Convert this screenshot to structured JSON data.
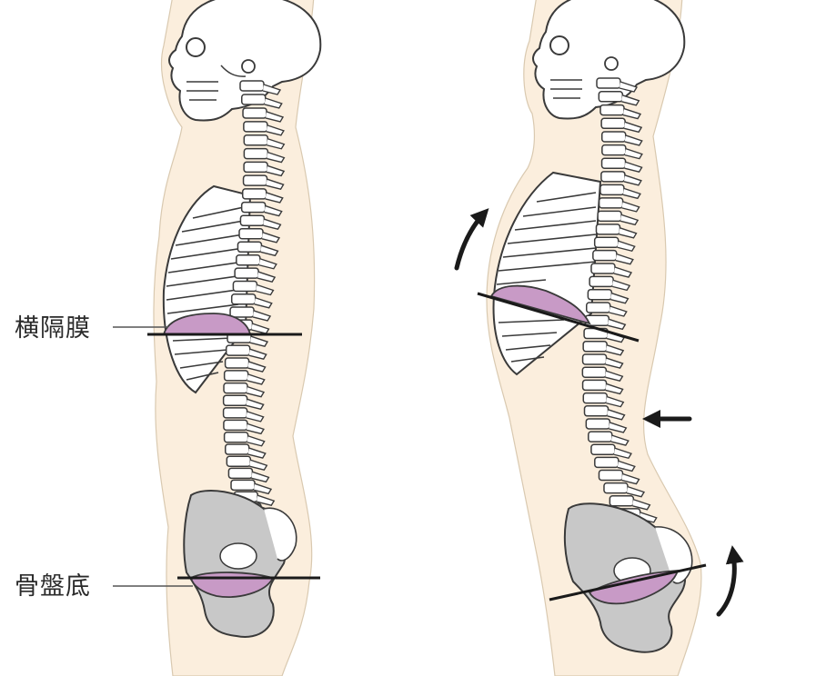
{
  "labels": {
    "diaphragm": "横隔膜",
    "pelvic_floor": "骨盤底"
  },
  "colors": {
    "skin": "#fbeedd",
    "outline": "#3a3a3a",
    "bone": "#ffffff",
    "pelvis": "#c8c8c8",
    "muscle": "#c89ac6",
    "arrow": "#1a1a1a"
  },
  "icons": {
    "arrows": [
      "curved-up-arrow",
      "left-arrow",
      "curved-up-arrow"
    ]
  }
}
